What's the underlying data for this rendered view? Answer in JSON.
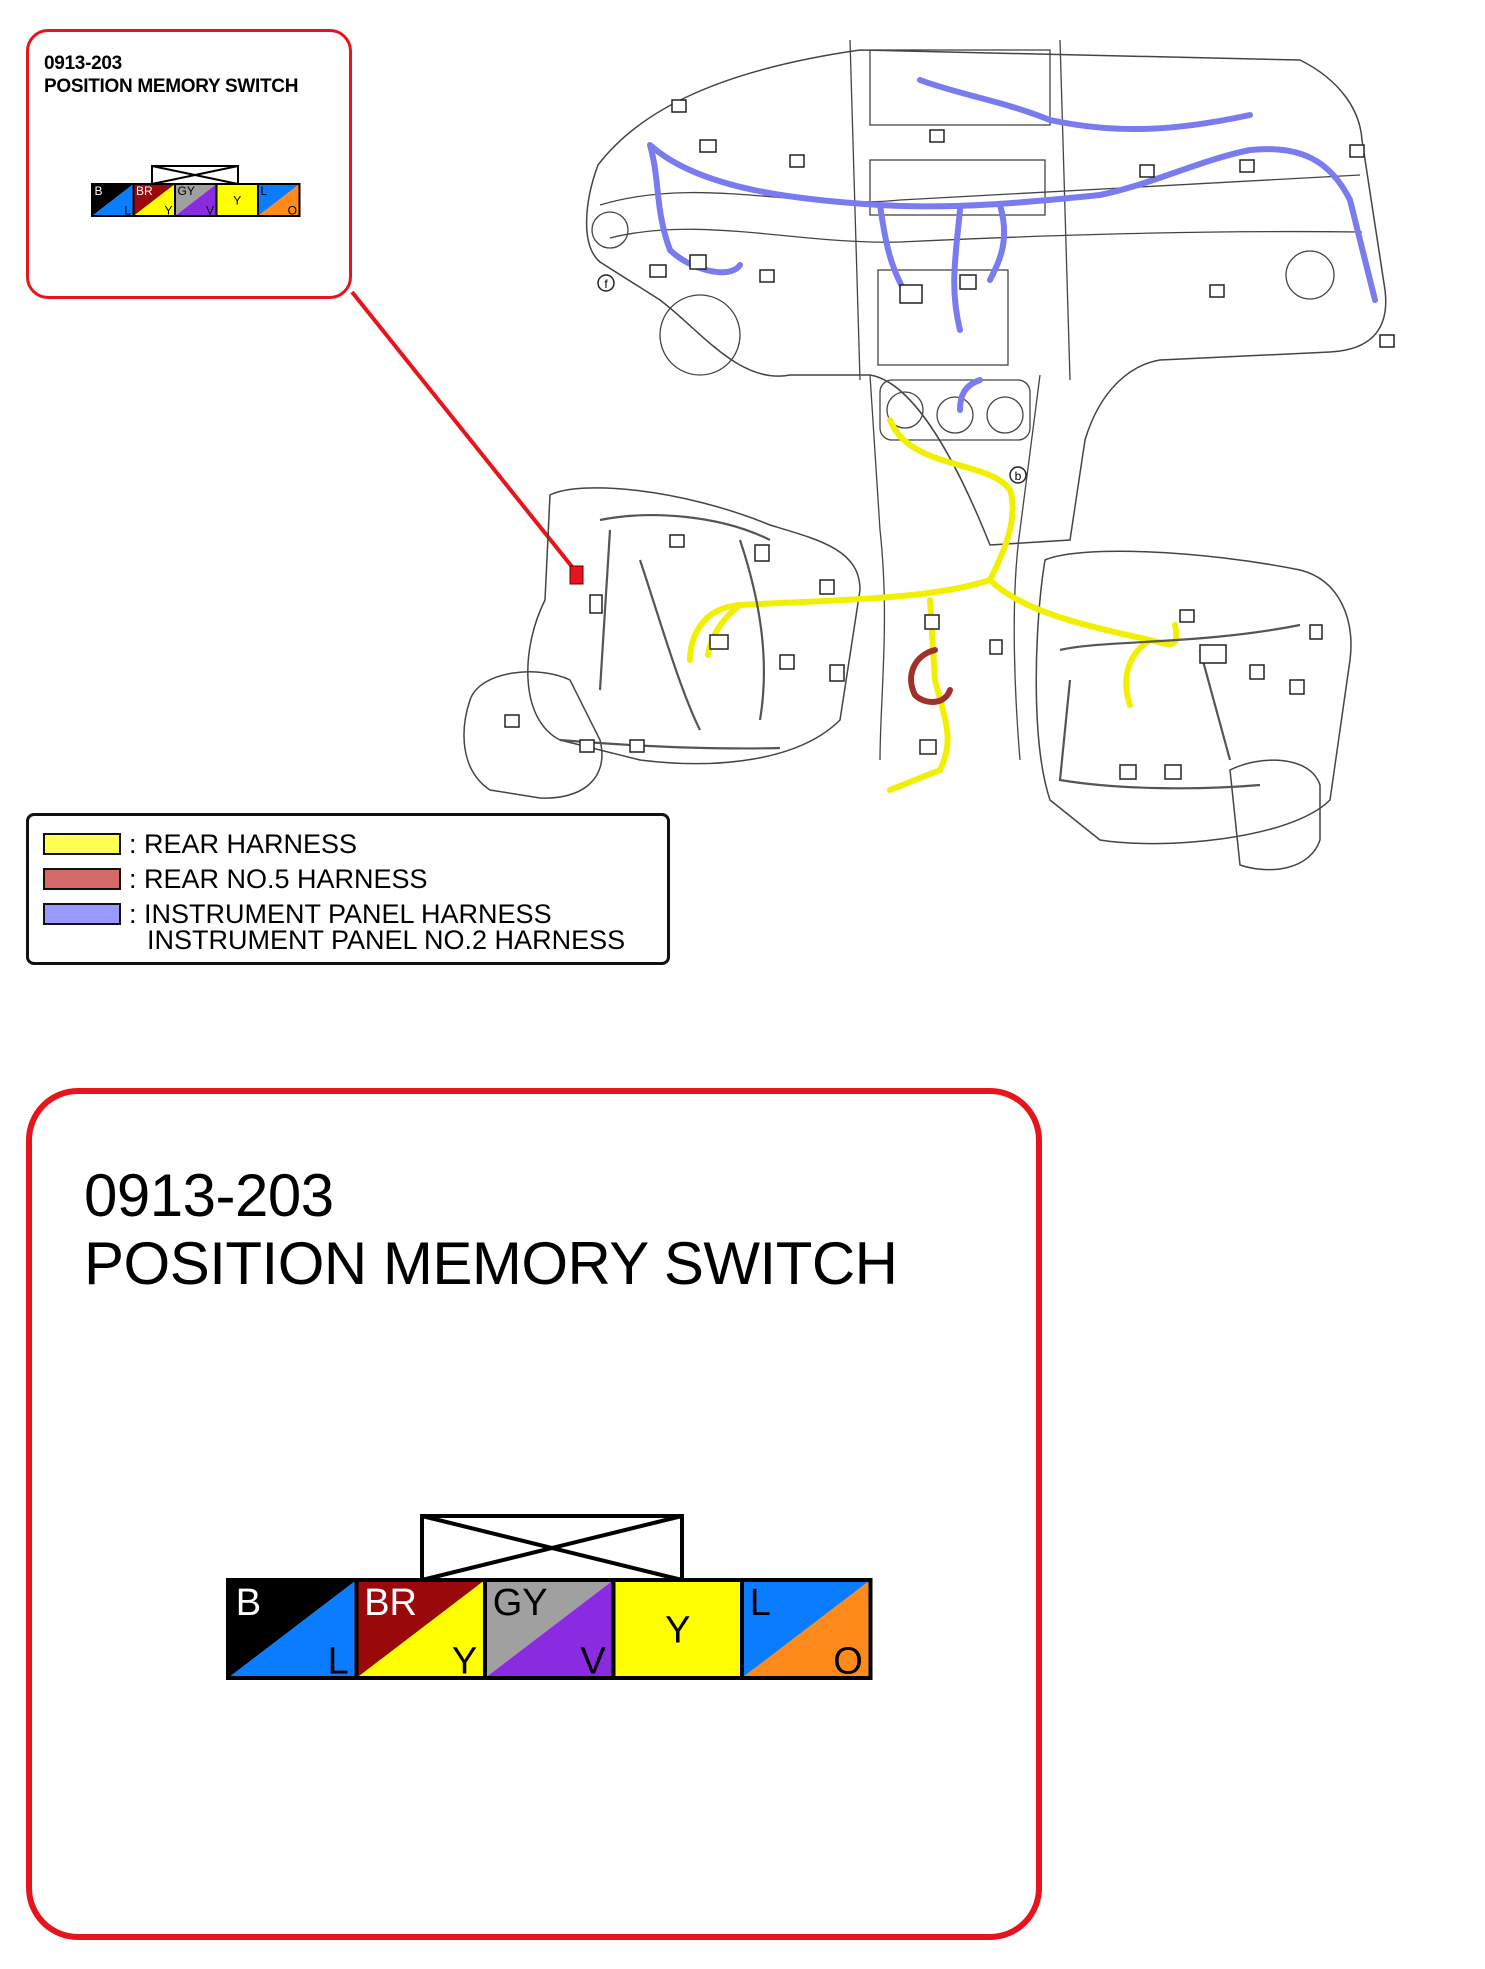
{
  "connector": {
    "code": "0913-203",
    "name": "POSITION MEMORY SWITCH",
    "pins": [
      {
        "top": "B",
        "bottom": "L",
        "top_color": "#000000",
        "bottom_color": "#0a7cff",
        "top_text_color": "#ffffff",
        "bottom_text_color": "#000000"
      },
      {
        "top": "BR",
        "bottom": "Y",
        "top_color": "#9b0a0a",
        "bottom_color": "#ffff00",
        "top_text_color": "#ffffff",
        "bottom_text_color": "#000000"
      },
      {
        "top": "GY",
        "bottom": "V",
        "top_color": "#a0a0a0",
        "bottom_color": "#8a2be2",
        "top_text_color": "#000000",
        "bottom_text_color": "#000000"
      },
      {
        "top": "",
        "bottom": "",
        "single": "Y",
        "top_color": "#ffff00",
        "bottom_color": "#ffff00",
        "top_text_color": "#000000",
        "bottom_text_color": "#000000"
      },
      {
        "top": "L",
        "bottom": "O",
        "top_color": "#0a7cff",
        "bottom_color": "#ff8a1c",
        "top_text_color": "#000000",
        "bottom_text_color": "#000000"
      }
    ]
  },
  "legend": {
    "items": [
      {
        "label": ": REAR HARNESS",
        "color": "#ffff55"
      },
      {
        "label": ": REAR NO.5 HARNESS",
        "color": "#d46a6a"
      },
      {
        "label": ": INSTRUMENT PANEL HARNESS",
        "color": "#9999ff"
      }
    ],
    "continuation": "INSTRUMENT PANEL NO.2 HARNESS"
  },
  "diagram": {
    "callout_letters": [
      "f",
      "b"
    ],
    "wire_colors": {
      "rear": "#f0f000",
      "rear_no5": "#a0302a",
      "instrument_panel": "#7b7bf0",
      "outline": "#555555"
    },
    "highlight_color": "#e8141b"
  }
}
